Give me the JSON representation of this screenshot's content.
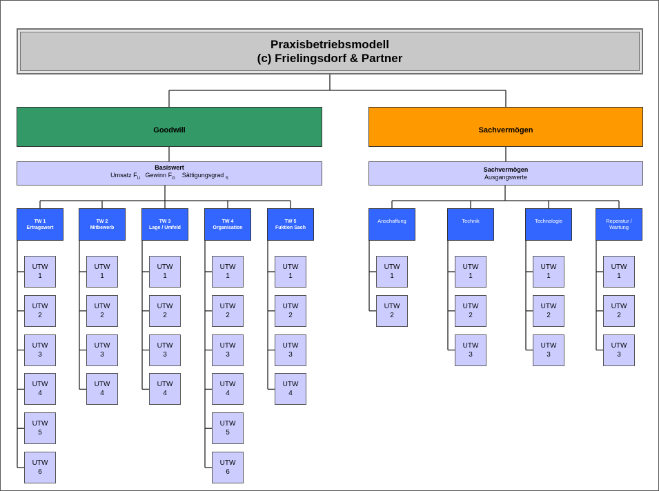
{
  "title": {
    "line1": "Praxisbetriebsmodell",
    "line2": "(c) Frielingsdorf & Partner"
  },
  "goodwill": {
    "label": "Goodwill",
    "color": "#339966",
    "base": {
      "title": "Basiswert",
      "umsatz": "Umsatz F",
      "umsatz_sub": "U",
      "gewinn": "Gewinn F",
      "gewinn_sub": "G",
      "saettigung": "Sättigungsgrad",
      "saettigung_sub": "S"
    },
    "tws": [
      {
        "line1": "TW 1",
        "line2": "Ertragswert",
        "utws": [
          [
            "UTW",
            "1"
          ],
          [
            "UTW",
            "2"
          ],
          [
            "UTW",
            "3"
          ],
          [
            "UTW",
            "4"
          ],
          [
            "UTW",
            "5"
          ],
          [
            "UTW",
            "6"
          ]
        ]
      },
      {
        "line1": "TW 2",
        "line2": "Mitbewerb",
        "utws": [
          [
            "UTW",
            "1"
          ],
          [
            "UTW",
            "2"
          ],
          [
            "UTW",
            "3"
          ],
          [
            "UTW",
            "4"
          ]
        ]
      },
      {
        "line1": "TW 3",
        "line2": "Lage / Umfeld",
        "utws": [
          [
            "UTW",
            "1"
          ],
          [
            "UTW",
            "2"
          ],
          [
            "UTW",
            "3"
          ],
          [
            "UTW",
            "4"
          ]
        ]
      },
      {
        "line1": "TW 4",
        "line2": "Organisation",
        "utws": [
          [
            "UTW",
            "1"
          ],
          [
            "UTW",
            "2"
          ],
          [
            "UTW",
            "3"
          ],
          [
            "UTW",
            "4"
          ],
          [
            "UTW",
            "5"
          ],
          [
            "UTW",
            "6"
          ]
        ]
      },
      {
        "line1": "TW 5",
        "line2": "Fuktion Sach",
        "utws": [
          [
            "UTW",
            "1"
          ],
          [
            "UTW",
            "2"
          ],
          [
            "UTW",
            "3"
          ],
          [
            "UTW",
            "4"
          ]
        ]
      }
    ]
  },
  "sachvermoegen": {
    "label": "Sachvermögen",
    "color": "#ff9900",
    "base": {
      "title": "Sachvermögen",
      "subtitle": "Ausgangswerte"
    },
    "tws": [
      {
        "line1": "Anschaffung",
        "line2": "",
        "utws": [
          [
            "UTW",
            "1"
          ],
          [
            "UTW",
            "2"
          ]
        ]
      },
      {
        "line1": "Technik",
        "line2": "",
        "utws": [
          [
            "UTW",
            "1"
          ],
          [
            "UTW",
            "2"
          ],
          [
            "UTW",
            "3"
          ]
        ]
      },
      {
        "line1": "Technologie",
        "line2": "",
        "utws": [
          [
            "UTW",
            "1"
          ],
          [
            "UTW",
            "2"
          ],
          [
            "UTW",
            "3"
          ]
        ]
      },
      {
        "line1": "Reperatur /",
        "line2": "Wartung",
        "utws": [
          [
            "UTW",
            "1"
          ],
          [
            "UTW",
            "2"
          ],
          [
            "UTW",
            "3"
          ]
        ]
      }
    ]
  }
}
